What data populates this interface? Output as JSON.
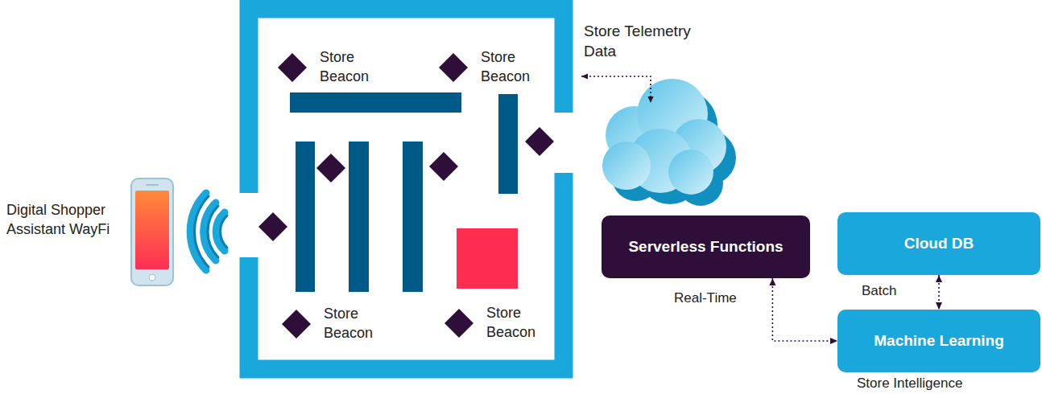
{
  "diagram": {
    "nodes": [
      {
        "text": [
          "Store Beacon"
        ]
      },
      {
        "text": [
          "Store Beacon"
        ]
      },
      {
        "text": [
          "Store Beacon"
        ]
      },
      {
        "text": [
          "Store Beacon"
        ]
      },
      {
        "text": [
          "Serverless Functions"
        ]
      },
      {
        "text": [
          "Cloud DB"
        ]
      },
      {
        "text": [
          "Machine Learning"
        ]
      }
    ],
    "edges": [
      {
        "from": 4,
        "to": 6,
        "arrow": "both",
        "label": "Real-Time"
      },
      {
        "from": 5,
        "to": 6,
        "arrow": "both",
        "label": "Batch"
      }
    ],
    "labels": [
      "Digital Shopper Assistant WayFi",
      "Store Telemetry Data",
      "Store Intelligence"
    ]
  }
}
